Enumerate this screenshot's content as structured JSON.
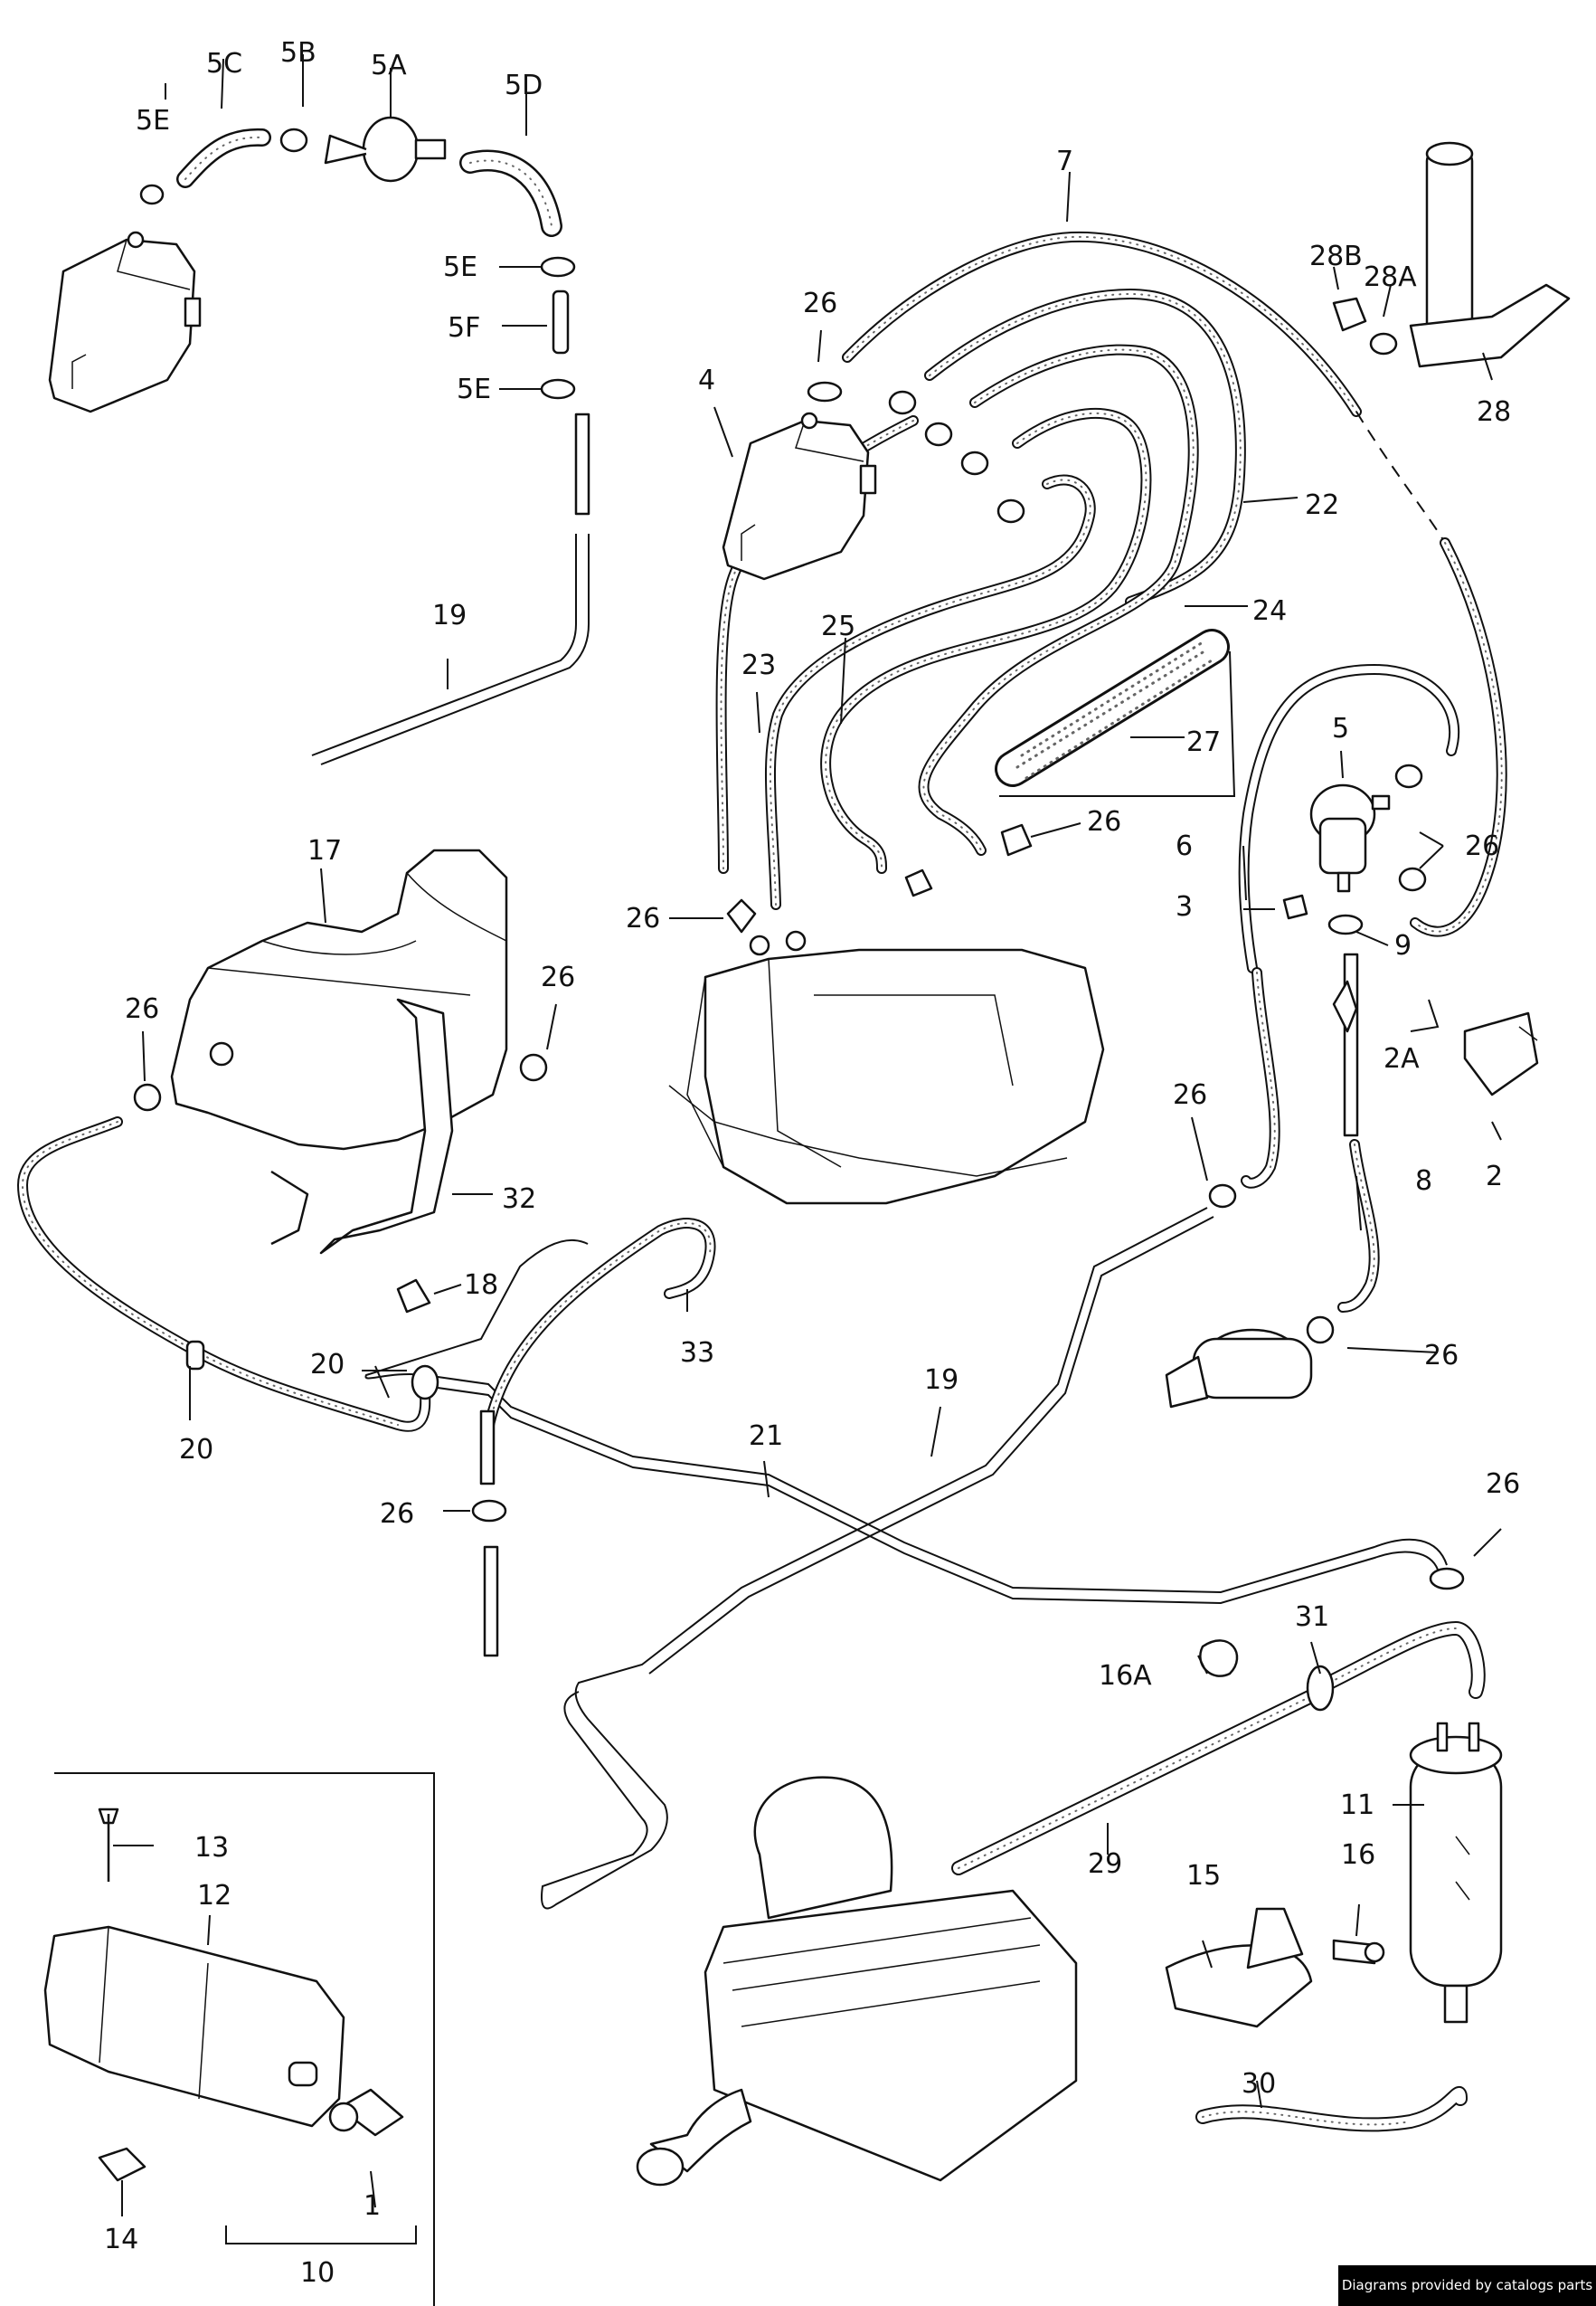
{
  "credit": "Diagrams provided by catalogs parts",
  "callouts": {
    "c5C": "5C",
    "c5B": "5B",
    "c5A": "5A",
    "c5D": "5D",
    "c5E_top": "5E",
    "c5E_a": "5E",
    "c5F": "5F",
    "c5E_b": "5E",
    "c19_top": "19",
    "c7": "7",
    "c26_a": "26",
    "c4": "4",
    "c28B": "28B",
    "c28A": "28A",
    "c28": "28",
    "c22": "22",
    "c24": "24",
    "c23": "23",
    "c25": "25",
    "c27": "27",
    "c5": "5",
    "c26_b": "26",
    "c26_c": "26",
    "c6": "6",
    "c3": "3",
    "c9": "9",
    "c26_d": "26",
    "c17": "17",
    "c26_e": "26",
    "c26_f": "26",
    "c2A": "2A",
    "c2": "2",
    "c32": "32",
    "c26_g": "26",
    "c8": "8",
    "c18": "18",
    "c33": "33",
    "c26_h": "26",
    "c20_a": "20",
    "c20_b": "20",
    "c19_mid": "19",
    "c21": "21",
    "c26_i": "26",
    "c26_j": "26",
    "c31": "31",
    "c16A": "16A",
    "c11": "11",
    "c13": "13",
    "c12": "12",
    "c29": "29",
    "c15": "15",
    "c16": "16",
    "c30": "30",
    "c14": "14",
    "c1": "1",
    "c10": "10"
  },
  "icons": {
    "canister": "charcoal-canister-icon",
    "valve": "vacuum-valve-icon",
    "tank": "fuel-tank-icon"
  }
}
